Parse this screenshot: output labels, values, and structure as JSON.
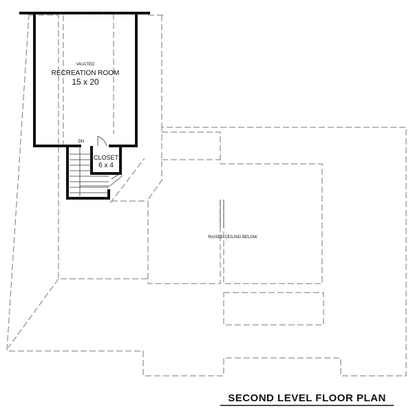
{
  "labels": {
    "vaulted": "VAULTED",
    "recreation_room": "RECREATION ROOM",
    "recreation_dims": "15 x 20",
    "stair_dn": "DN",
    "closet": "CLOSET",
    "closet_dims": "6 x 4",
    "raised_ceiling": "RAISED CEILING BELOW",
    "title": "SECOND LEVEL FLOOR PLAN"
  },
  "colors": {
    "wall": "#111111",
    "dashed_line": "#777777",
    "background": "#ffffff"
  }
}
